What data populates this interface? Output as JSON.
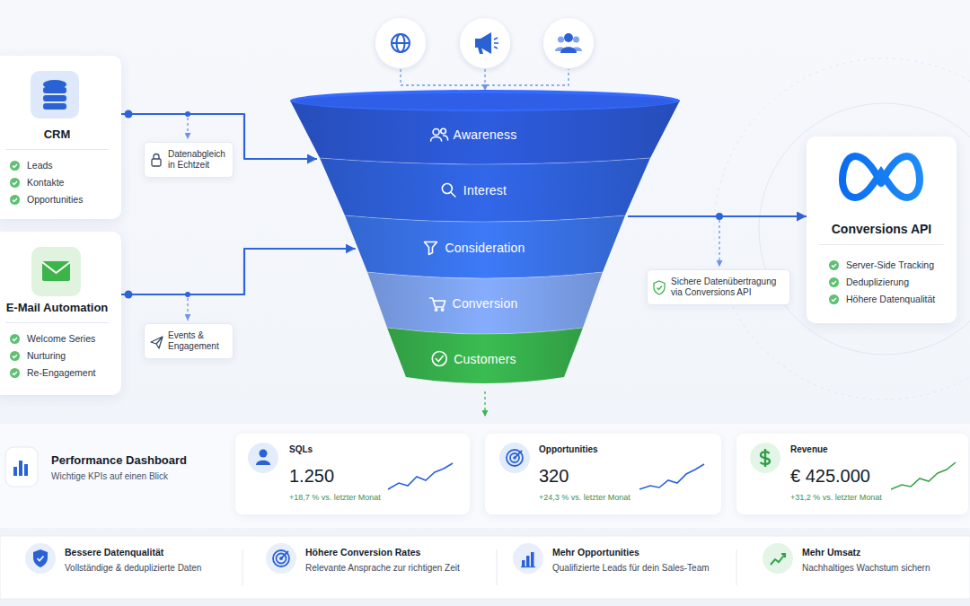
{
  "diagram": {
    "nodes": [
      {
        "text": [
          "CRM",
          "Leads",
          "Kontakte",
          "Opportunities"
        ]
      },
      {
        "text": [
          "Datenabgleich in Echtzeit"
        ]
      },
      {
        "text": [
          "E-Mail Automation",
          "Welcome Series",
          "Nurturing",
          "Re-Engagement"
        ]
      },
      {
        "text": [
          "Events & Engagement"
        ]
      },
      {
        "text": [
          "Awareness"
        ]
      },
      {
        "text": [
          "Interest"
        ]
      },
      {
        "text": [
          "Consideration"
        ]
      },
      {
        "text": [
          "Conversion"
        ]
      },
      {
        "text": [
          "Customers"
        ]
      },
      {
        "text": [
          "Sichere Datenübertragung via Conversions API"
        ]
      },
      {
        "text": [
          "Conversions API",
          "Server-Side Tracking",
          "Deduplizierung",
          "Höhere Datenqualität"
        ]
      },
      {
        "text": [
          "Performance Dashboard",
          "Wichtige KPIs auf einen Blick"
        ]
      },
      {
        "text": [
          "SQLs",
          "1.250",
          "+18,7 % vs. letzter Monat"
        ]
      },
      {
        "text": [
          "Opportunities",
          "320",
          "+24,3 % vs. letzter Monat"
        ]
      },
      {
        "text": [
          "Revenue",
          "€ 425.000",
          "+31,2 % vs. letzter Monat"
        ]
      },
      {
        "text": [
          "Bessere Datenqualität",
          "Vollständige & deduplizierte Daten"
        ]
      },
      {
        "text": [
          "Höhere Conversion Rates",
          "Relevante Ansprache zur richtigen Zeit"
        ]
      },
      {
        "text": [
          "Mehr Opportunities",
          "Qualifizierte Leads für dein Sales-Team"
        ]
      },
      {
        "text": [
          "Mehr Umsatz",
          "Nachhaltiges Wachstum sichern"
        ]
      }
    ],
    "edges": [
      {
        "from": 0,
        "to": 4,
        "arrow": "to"
      },
      {
        "from": 2,
        "to": 6,
        "arrow": "to"
      },
      {
        "from": 5,
        "to": 10,
        "arrow": "to"
      }
    ]
  }
}
